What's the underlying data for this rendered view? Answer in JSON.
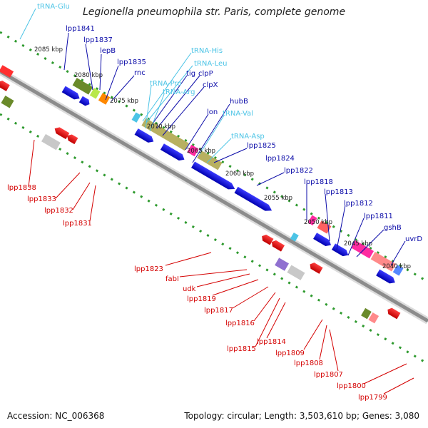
{
  "title": "Legionella pneumophila str. Paris, complete genome",
  "footer": {
    "accession": "Accession: NC_006368",
    "topology": "Topology: circular; Length: 3,503,610 bp; Genes: 3,080"
  },
  "kbp_markers": [
    "2085 kbp",
    "2080 kbp",
    "2075 kbp",
    "2070 kbp",
    "2065 kbp",
    "2060 kbp",
    "2055 kbp",
    "2050 kbp",
    "2045 kbp",
    "2040 kbp"
  ],
  "gene_labels": {
    "top": [
      {
        "text": "tRNA-Glu",
        "type": "rna"
      },
      {
        "text": "lpp1841",
        "type": "gene"
      },
      {
        "text": "lpp1837",
        "type": "gene"
      },
      {
        "text": "lepB",
        "type": "gene"
      },
      {
        "text": "lpp1835",
        "type": "gene"
      },
      {
        "text": "rnc",
        "type": "gene"
      },
      {
        "text": "tRNA-His",
        "type": "rna"
      },
      {
        "text": "tRNA-Leu",
        "type": "rna"
      },
      {
        "text": "tig",
        "type": "gene"
      },
      {
        "text": "clpP",
        "type": "gene"
      },
      {
        "text": "tRNA-Pro",
        "type": "rna"
      },
      {
        "text": "tRNA-Arg",
        "type": "rna"
      },
      {
        "text": "clpX",
        "type": "gene"
      },
      {
        "text": "hubB",
        "type": "gene"
      },
      {
        "text": "lon",
        "type": "gene"
      },
      {
        "text": "tRNA-Val",
        "type": "rna"
      },
      {
        "text": "tRNA-Asp",
        "type": "rna"
      },
      {
        "text": "lpp1825",
        "type": "gene"
      },
      {
        "text": "lpp1824",
        "type": "gene"
      },
      {
        "text": "lpp1822",
        "type": "gene"
      },
      {
        "text": "lpp1818",
        "type": "gene"
      },
      {
        "text": "lpp1813",
        "type": "gene"
      },
      {
        "text": "lpp1812",
        "type": "gene"
      },
      {
        "text": "lpp1811",
        "type": "gene"
      },
      {
        "text": "gshB",
        "type": "gene"
      },
      {
        "text": "uvrD",
        "type": "gene"
      }
    ],
    "bottom": [
      {
        "text": "lpp1838"
      },
      {
        "text": "lpp1833"
      },
      {
        "text": "lpp1832"
      },
      {
        "text": "lpp1831"
      },
      {
        "text": "lpp1823"
      },
      {
        "text": "fabI"
      },
      {
        "text": "udk"
      },
      {
        "text": "lpp1819"
      },
      {
        "text": "lpp1817"
      },
      {
        "text": "lpp1816"
      },
      {
        "text": "lpp1815"
      },
      {
        "text": "lpp1814"
      },
      {
        "text": "lpp1809"
      },
      {
        "text": "lpp1808"
      },
      {
        "text": "lpp1807"
      },
      {
        "text": "lpp1800"
      },
      {
        "text": "lpp1799"
      }
    ]
  },
  "colors": {
    "gene_forward": "#0a0aa8",
    "rna": "#4cc4e6",
    "gene_reverse": "#d40000",
    "backbone": "#8c8c8c",
    "tick_dots": "#2e9a2e"
  }
}
